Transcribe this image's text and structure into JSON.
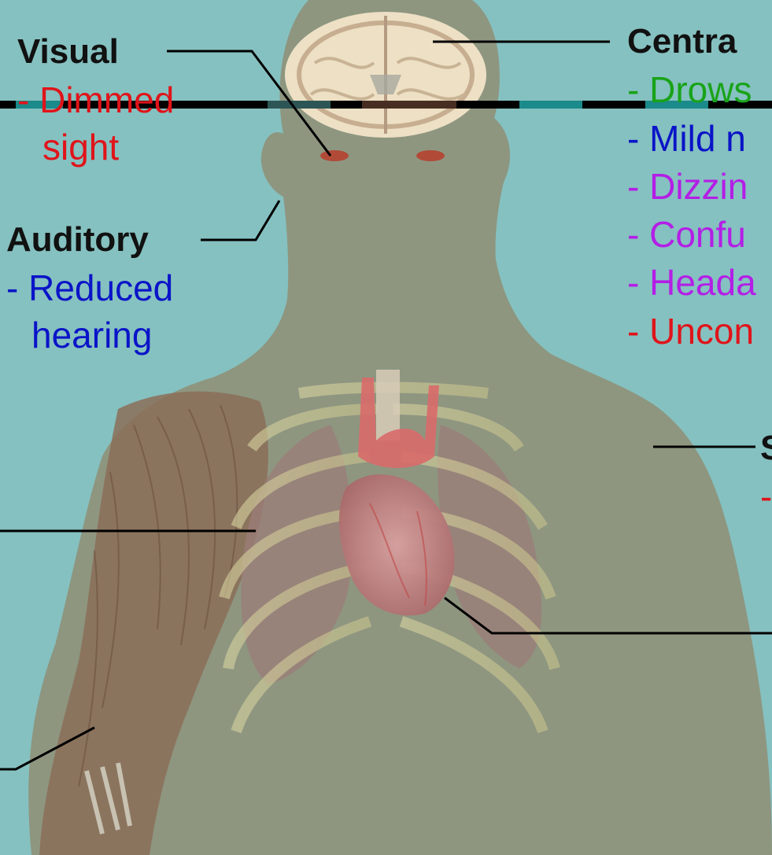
{
  "labels": {
    "visual": {
      "title": "Visual",
      "items": [
        "- Dimmed",
        "sight"
      ]
    },
    "auditory": {
      "title": "Auditory",
      "items": [
        "- Reduced",
        "hearing"
      ]
    },
    "central": {
      "title": "Centra",
      "items": [
        "- Drows",
        "- Mild n",
        "- Dizzin",
        "- Confu",
        "- Heada",
        "- Uncon"
      ]
    },
    "skin_partial": {
      "title": "S",
      "items": [
        "-"
      ]
    }
  },
  "colors": {
    "background": "#85c1c0",
    "body": "#8e9680",
    "heading": "#111111",
    "red": "#e0141a",
    "blue": "#0a14c8",
    "green": "#19a319",
    "purple": "#b41ee6",
    "line": "#000000"
  }
}
